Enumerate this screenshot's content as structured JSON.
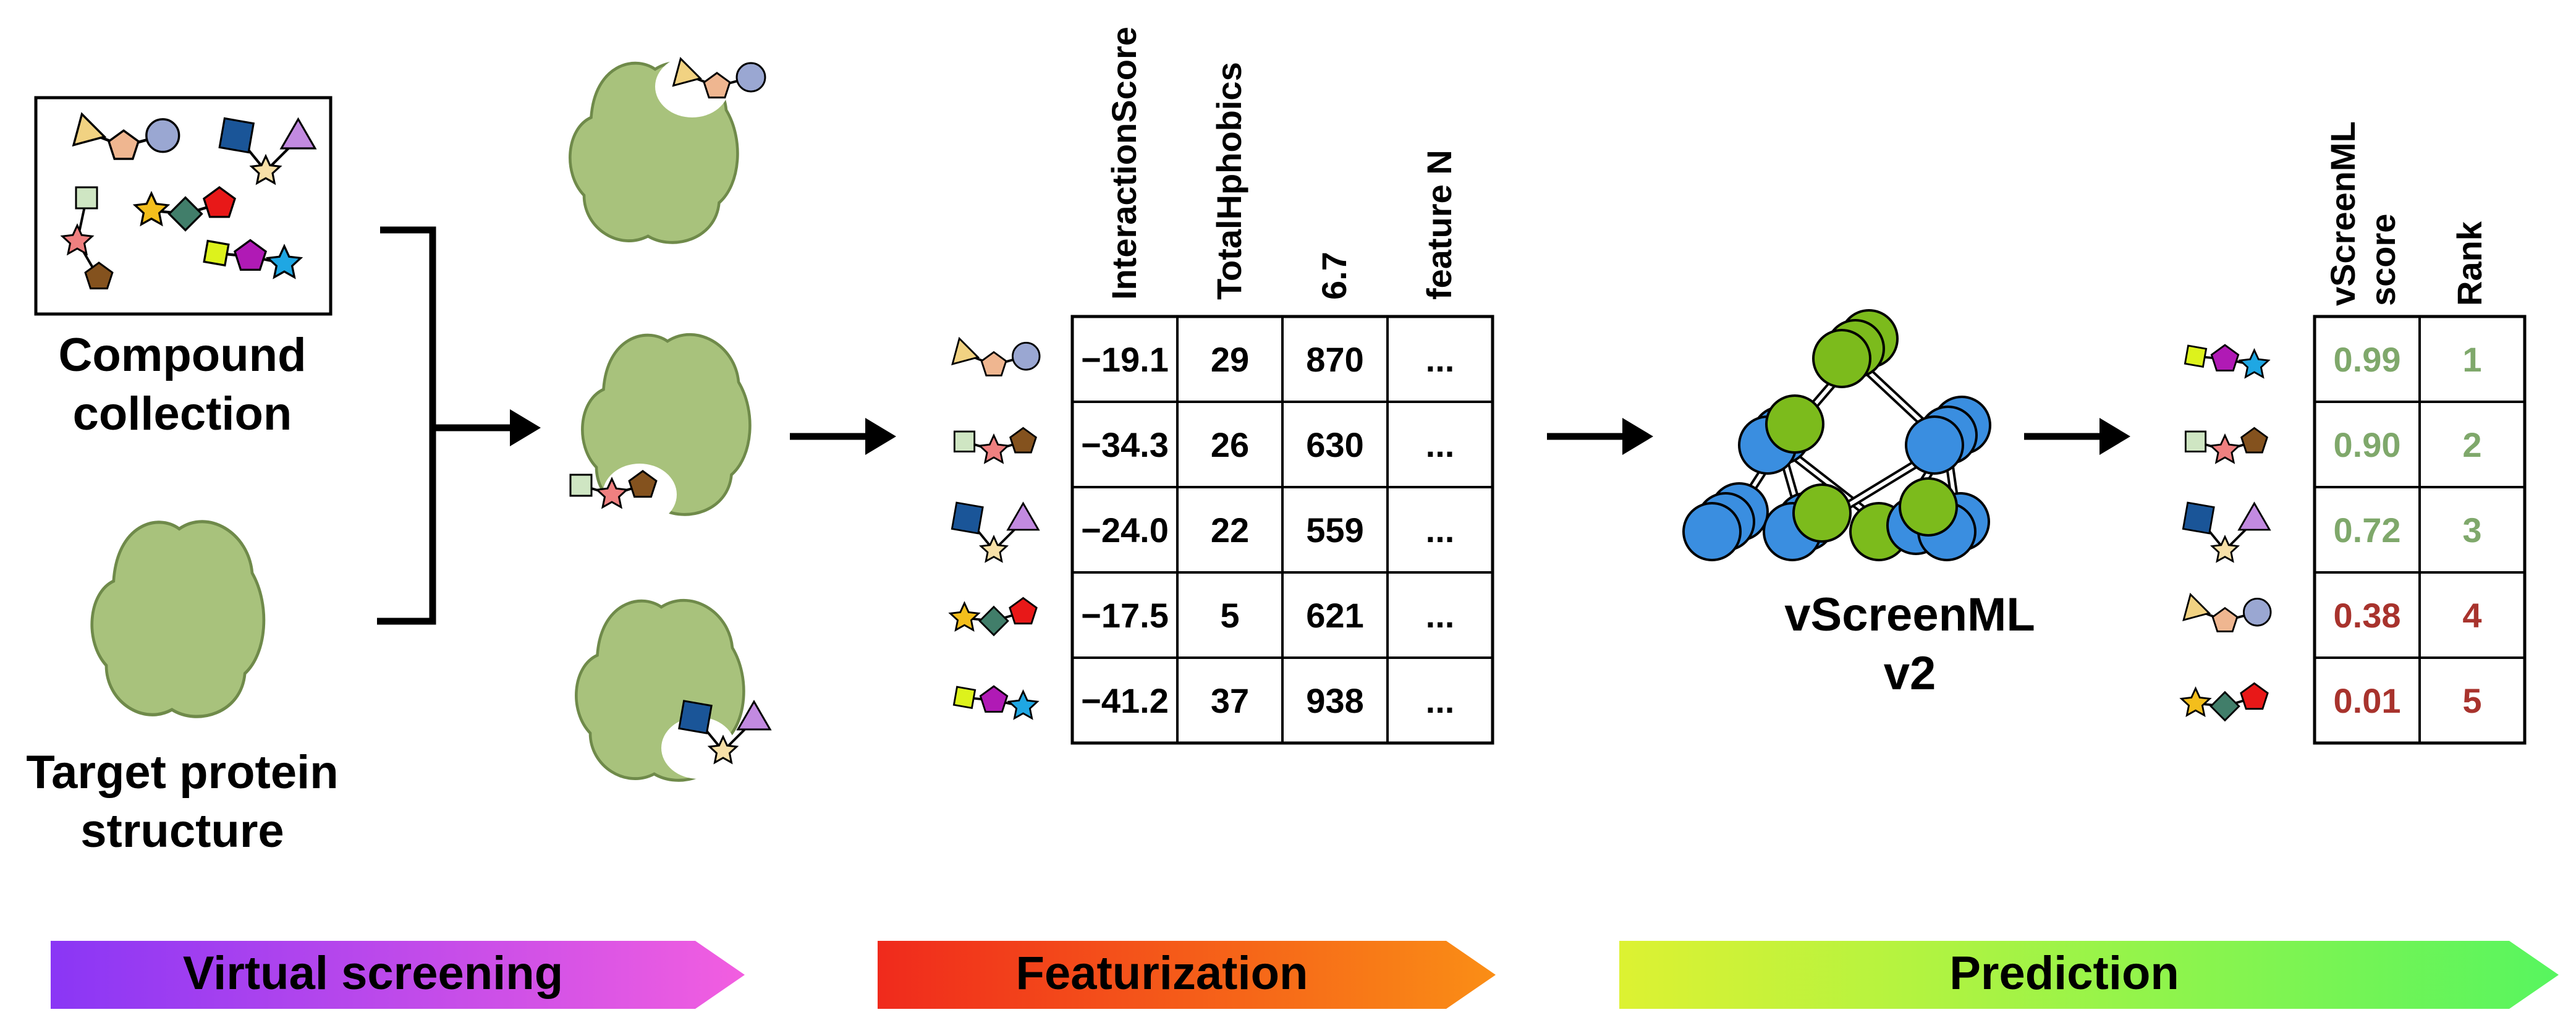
{
  "inputs": {
    "compound_label_line1": "Compound",
    "compound_label_line2": "collection",
    "target_label_line1": "Target protein",
    "target_label_line2": "structure"
  },
  "feature_table": {
    "headers": [
      "InteractionScore",
      "TotalHphobics",
      "6.7",
      "feature N"
    ],
    "rows": [
      [
        "−19.1",
        "29",
        "870",
        "..."
      ],
      [
        "−34.3",
        "26",
        "630",
        "..."
      ],
      [
        "−24.0",
        "22",
        "559",
        "..."
      ],
      [
        "−17.5",
        "5",
        "621",
        "..."
      ],
      [
        "−41.2",
        "37",
        "938",
        "..."
      ]
    ]
  },
  "model": {
    "name_line1": "vScreenML",
    "name_line2": "v2"
  },
  "results_table": {
    "header_score_line1": "vScreenML",
    "header_score_line2": "score",
    "header_rank": "Rank",
    "rows": [
      {
        "score": "0.99",
        "rank": "1",
        "status": "good"
      },
      {
        "score": "0.90",
        "rank": "2",
        "status": "good"
      },
      {
        "score": "0.72",
        "rank": "3",
        "status": "good"
      },
      {
        "score": "0.38",
        "rank": "4",
        "status": "bad"
      },
      {
        "score": "0.01",
        "rank": "5",
        "status": "bad"
      }
    ]
  },
  "stages": [
    {
      "label": "Virtual screening",
      "gradient": [
        "#8a36f5",
        "#f25ee0"
      ]
    },
    {
      "label": "Featurization",
      "gradient": [
        "#f02a1c",
        "#fa8e16"
      ]
    },
    {
      "label": "Prediction",
      "gradient": [
        "#ddf232",
        "#57f55f"
      ]
    }
  ],
  "colors": {
    "good_score": "#7fa86b",
    "bad_score": "#a8332d",
    "protein_fill": "#a8c27c",
    "protein_stroke": "#6f8a4a",
    "node_green": "#7cbb1c",
    "node_blue": "#3a8ee0",
    "fragment_triangle_yellow": "#f1d282",
    "fragment_pentagon_orange": "#efb690",
    "fragment_circle_lilac": "#9aa7d2",
    "fragment_square_blue": "#1a5598",
    "fragment_triangle_purple": "#c28ae0",
    "fragment_star_cream": "#f7e0a8",
    "fragment_square_mint": "#cfe6c3",
    "fragment_star_pink": "#ef8080",
    "fragment_pentagon_brown": "#84521e",
    "fragment_pentagon_red": "#e81818",
    "fragment_diamond_teal": "#417e6a",
    "fragment_star_gold": "#f3be1c",
    "fragment_square_lime": "#ddf21c",
    "fragment_pentagon_magenta": "#b01ab5",
    "fragment_star_cyan": "#1fa7e3"
  }
}
